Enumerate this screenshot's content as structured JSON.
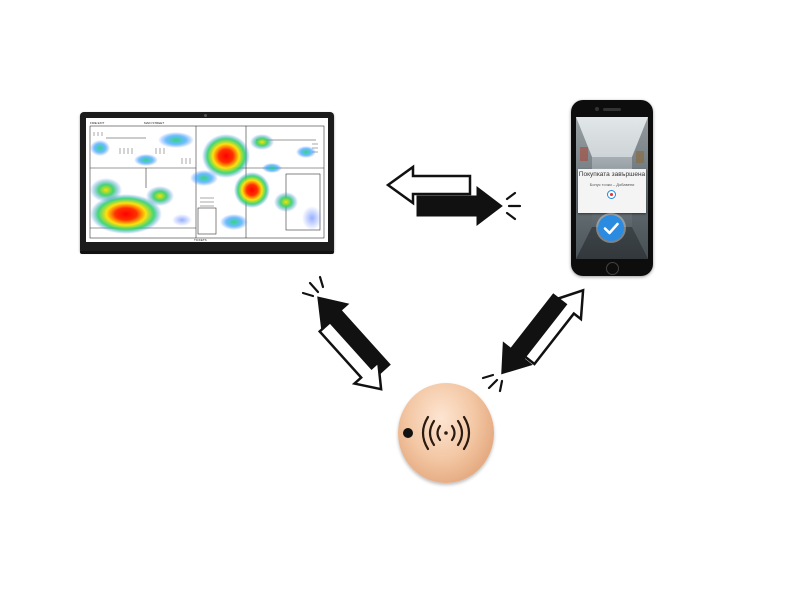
{
  "diagram": {
    "monitor": {
      "heatmap_labels": [
        "MAIN STREET",
        "FIRE EXIT",
        "TICKETS"
      ]
    },
    "phone": {
      "popup_title": "Покупката завършена",
      "popup_subtitle": "Бонус точки – Добавени",
      "check_icon": "check-icon"
    },
    "tag": {
      "icon": "nfc-wireless-icon"
    },
    "colors": {
      "arrow_black": "#111111",
      "arrow_outline": "#111111",
      "tag_base": "#f3c7a4",
      "heat_hot": "#ff1a00",
      "heat_warm": "#ffe000",
      "heat_cool": "#20d060",
      "heat_cold": "#3a7bff",
      "check_blue": "#2a8be0"
    }
  }
}
